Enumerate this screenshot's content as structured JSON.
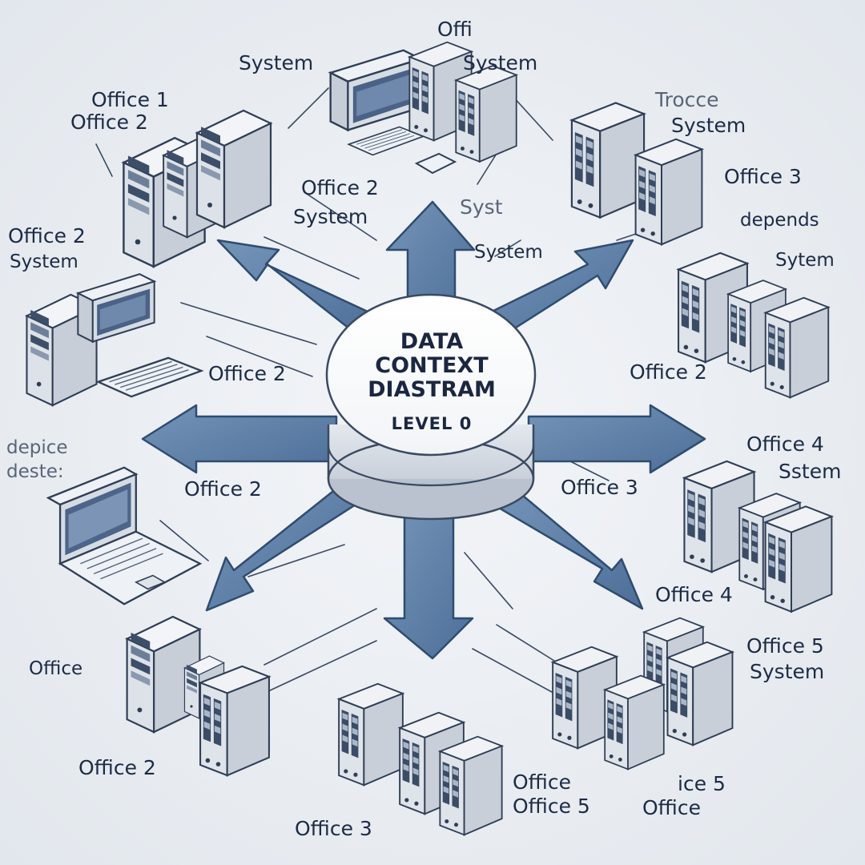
{
  "hub": {
    "title_lines": [
      "DATA",
      "CONTEXT",
      "DIASTRAM"
    ],
    "level": "LEVEL 0"
  },
  "labels": {
    "top_system": "System",
    "top_offi": "Offi",
    "top_system2": "System",
    "tl_office1": "Office 1",
    "tl_office2": "Office 2",
    "tr_trocce": "Trocce",
    "tr_system": "System",
    "tr_office3": "Office 3",
    "tr_depends": "depends",
    "cu_office2": "Office 2",
    "cu_system": "System",
    "cr_syst": "Syst",
    "cr_system": "System",
    "l_office2": "Office 2",
    "l_system": "System",
    "r_system": "Sytem",
    "cl_office2": "Office 2",
    "r_office2": "Office 2",
    "dl_depice": "depice",
    "dl_deste": "deste:",
    "r_office4": "Office 4",
    "r_sstem": "Sstem",
    "cl2_office2": "Office 2",
    "cr2_office3": "Office 3",
    "rr_office4": "Office 4",
    "rr_office5": "Office 5",
    "rr_system": "System",
    "bl_office": "Office",
    "bl_office2": "Office 2",
    "bc_office_a": "Office",
    "bc_office5": "Office 5",
    "bc_office3": "Office 3",
    "br_ice5": "ice 5",
    "br_office": "Office"
  },
  "colors": {
    "arrow": "#5b7ea6",
    "arrow_stroke": "#2f4c70",
    "server": "#dfe4ea",
    "line": "#33435a",
    "background": "#e9edf1"
  }
}
